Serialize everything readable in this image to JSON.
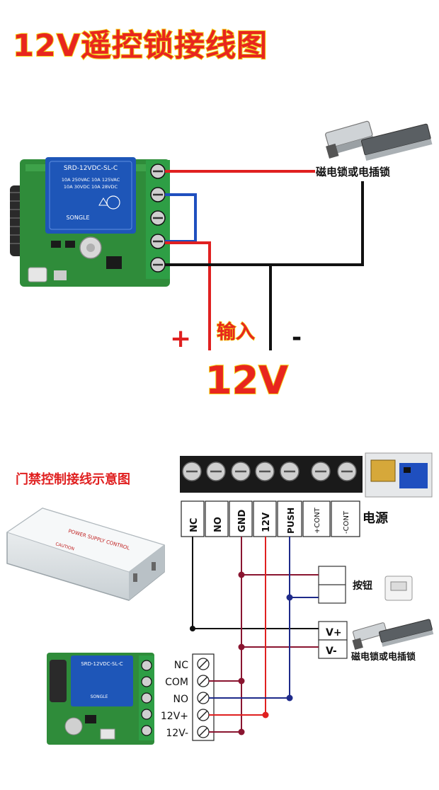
{
  "title": "12V遥控锁接线图",
  "top_diagram": {
    "lock_label": "磁电锁或电插锁",
    "input_label": "输入",
    "plus_sign": "+",
    "minus_sign": "-",
    "voltage_label": "12V",
    "relay_model": "SRD-12VDC-SL-C",
    "relay_line1": "10A 250VAC  10A 125VAC",
    "relay_line2": "10A 30VDC  10A 28VDC",
    "relay_brand": "SONGLE"
  },
  "bottom_diagram": {
    "title": "门禁控制接线示意图",
    "psu_terminals": [
      "NC",
      "NO",
      "GND",
      "12V",
      "PUSH",
      "+CONT",
      "-CONT"
    ],
    "power_label": "电源",
    "button_label": "按钮",
    "lock_terminals": [
      "V+",
      "V-"
    ],
    "lock_label": "磁电锁或电插锁",
    "receiver_terminals": [
      "NC",
      "COM",
      "NO",
      "12V+",
      "12V-"
    ],
    "psu_case_line1": "POWER SUPPLY CONTROL",
    "psu_case_line2": "CAUTION"
  },
  "colors": {
    "red_wire": "#e02020",
    "blue_wire": "#1f4fbf",
    "black_wire": "#111111",
    "maroon_wire": "#8a1530",
    "navy_wire": "#1e2a8a",
    "pcb_green": "#2f8c3a",
    "relay_blue": "#1e56b8"
  }
}
